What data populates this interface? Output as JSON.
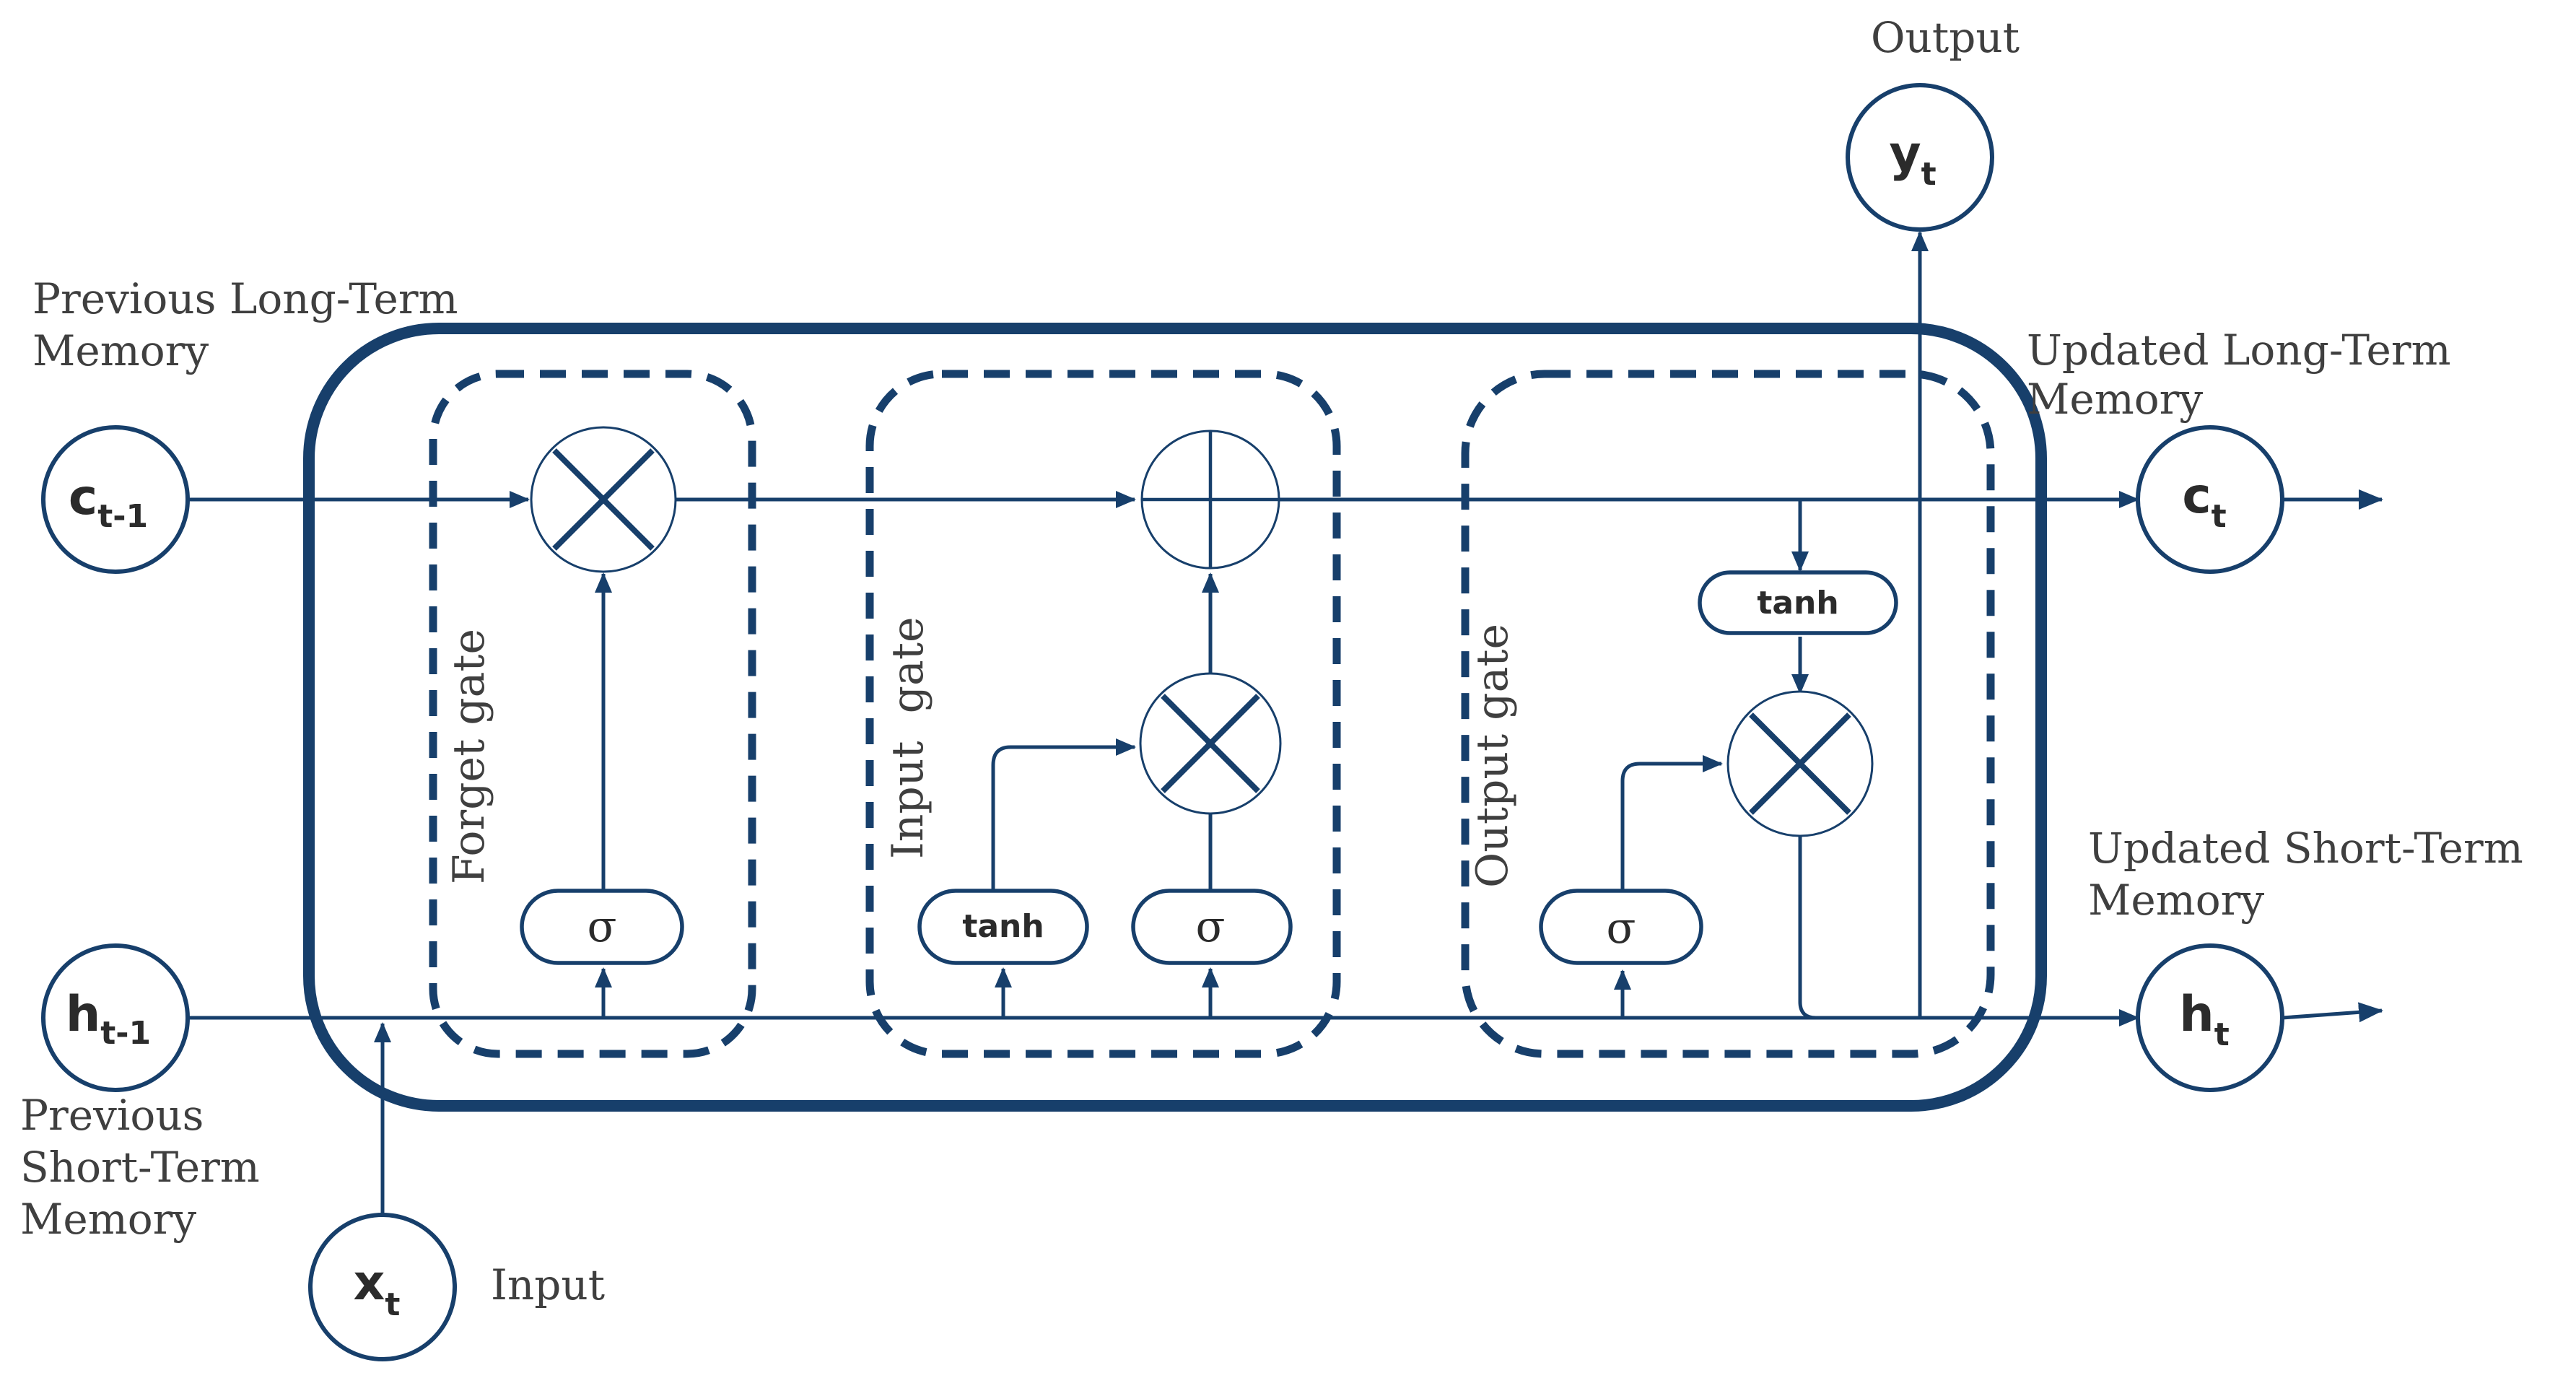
{
  "colors": {
    "primary": "#173f6b"
  },
  "labels": {
    "output": "Output",
    "prev_long": [
      "Previous Long-Term",
      "Memory"
    ],
    "updated_long": [
      "Updated Long-Term",
      "Memory"
    ],
    "updated_short": [
      "Updated Short-Term",
      "Memory"
    ],
    "prev_short": [
      "Previous",
      "Short-Term",
      "Memory"
    ],
    "input": "Input"
  },
  "gates": {
    "forget": "Forget gate",
    "input": "Input  gate",
    "output": "Output gate"
  },
  "nodes": {
    "c_prev": {
      "base": "c",
      "sub": "t-1"
    },
    "h_prev": {
      "base": "h",
      "sub": "t-1"
    },
    "x": {
      "base": "x",
      "sub": "t"
    },
    "y": {
      "base": "y",
      "sub": "t"
    },
    "c_next": {
      "base": "c",
      "sub": "t"
    },
    "h_next": {
      "base": "h",
      "sub": "t"
    }
  },
  "ops": {
    "sigma": "σ",
    "tanh": "tanh"
  }
}
